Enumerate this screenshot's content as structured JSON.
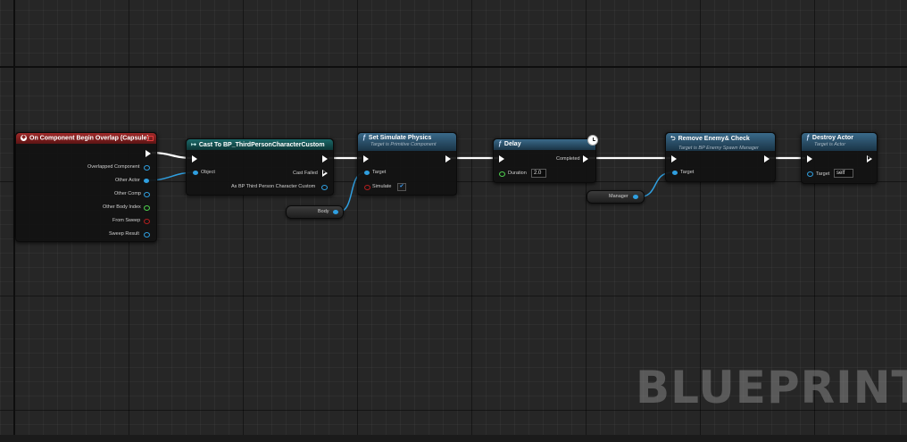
{
  "watermark": "BLUEPRINT",
  "nodes": {
    "begin_overlap": {
      "title": "On Component Begin Overlap (Capsule)",
      "pins": [
        "Overlapped Component",
        "Other Actor",
        "Other Comp",
        "Other Body Index",
        "From Sweep",
        "Sweep Result"
      ]
    },
    "cast": {
      "title": "Cast To BP_ThirdPersonCharacterCustom",
      "input_object": "Object",
      "output_cast_failed": "Cast Failed",
      "output_as": "As BP Third Person Character Custom"
    },
    "set_simulate": {
      "title": "Set Simulate Physics",
      "subtitle": "Target is Primitive Component",
      "target": "Target",
      "simulate": "Simulate"
    },
    "delay": {
      "title": "Delay",
      "completed": "Completed",
      "duration": "Duration",
      "duration_value": "2.0"
    },
    "remove_enemy": {
      "title": "Remove Enemy& Check",
      "subtitle": "Target is BP Enemy Spawn Manager",
      "target": "Target"
    },
    "destroy_actor": {
      "title": "Destroy Actor",
      "subtitle": "Target is Actor",
      "target": "Target",
      "target_value": "self"
    }
  },
  "variables": {
    "body": "Body",
    "manager": "Manager"
  },
  "colors": {
    "exec_wire": "#ffffff",
    "object_wire": "#2f9fe0",
    "float_pin": "#4ed14e",
    "event_header": "#a02a2a",
    "cast_header": "#1b6a6a",
    "function_header": "#3a6a8a"
  },
  "icons": {
    "event": "event-icon",
    "cast": "cast-icon",
    "function": "function-icon",
    "delay": "clock-icon",
    "back": "back-arrow-icon"
  }
}
